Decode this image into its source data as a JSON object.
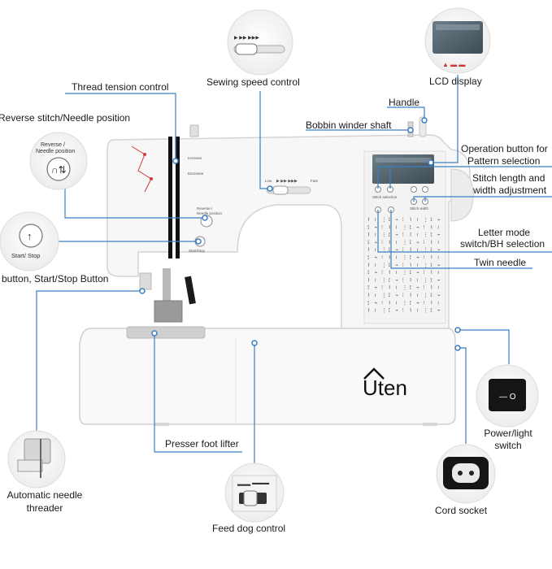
{
  "labels": {
    "thread_tension": "Thread tension control",
    "sewing_speed": "Sewing speed control",
    "lcd_display": "LCD display",
    "handle": "Handle",
    "bobbin_winder": "Bobbin winder shaft",
    "reverse_needle": "Reverse stitch/Needle position",
    "operation_button_1": "Operation button for",
    "operation_button_2": "Pattern selection",
    "stitch_length_1": "Stitch length and",
    "stitch_length_2": "width adjustment",
    "letter_mode_1": "Letter mode",
    "letter_mode_2": "switch/BH selection",
    "twin_needle": "Twin needle",
    "start_stop": "button, Start/Stop Button",
    "presser_foot": "Presser foot lifter",
    "power_light_1": "Power/light",
    "power_light_2": "switch",
    "auto_threader_1": "Automatic needle",
    "auto_threader_2": "threader",
    "cord_socket": "Cord socket",
    "feed_dog": "Feed dog control"
  },
  "brand": "Uten",
  "insets": {
    "reverse_button_1": "Reverse /",
    "reverse_button_2": "Needle position",
    "start_stop_button": "Start/ Stop"
  },
  "machine_print": {
    "increase": "Increase",
    "decrease": "Decrease",
    "reverse_1": "Reverse /",
    "reverse_2": "Needle position",
    "start_stop": "Start/Stop",
    "speed_low": "Low",
    "speed_fast": "Fast",
    "stitch_selection": "Stitch selection",
    "stitch_width": "Stitch width"
  },
  "colors": {
    "accent": "#2d74b8",
    "line": "#3a7fc1",
    "body": "#f7f7f7",
    "outline": "#d4d4d4"
  }
}
